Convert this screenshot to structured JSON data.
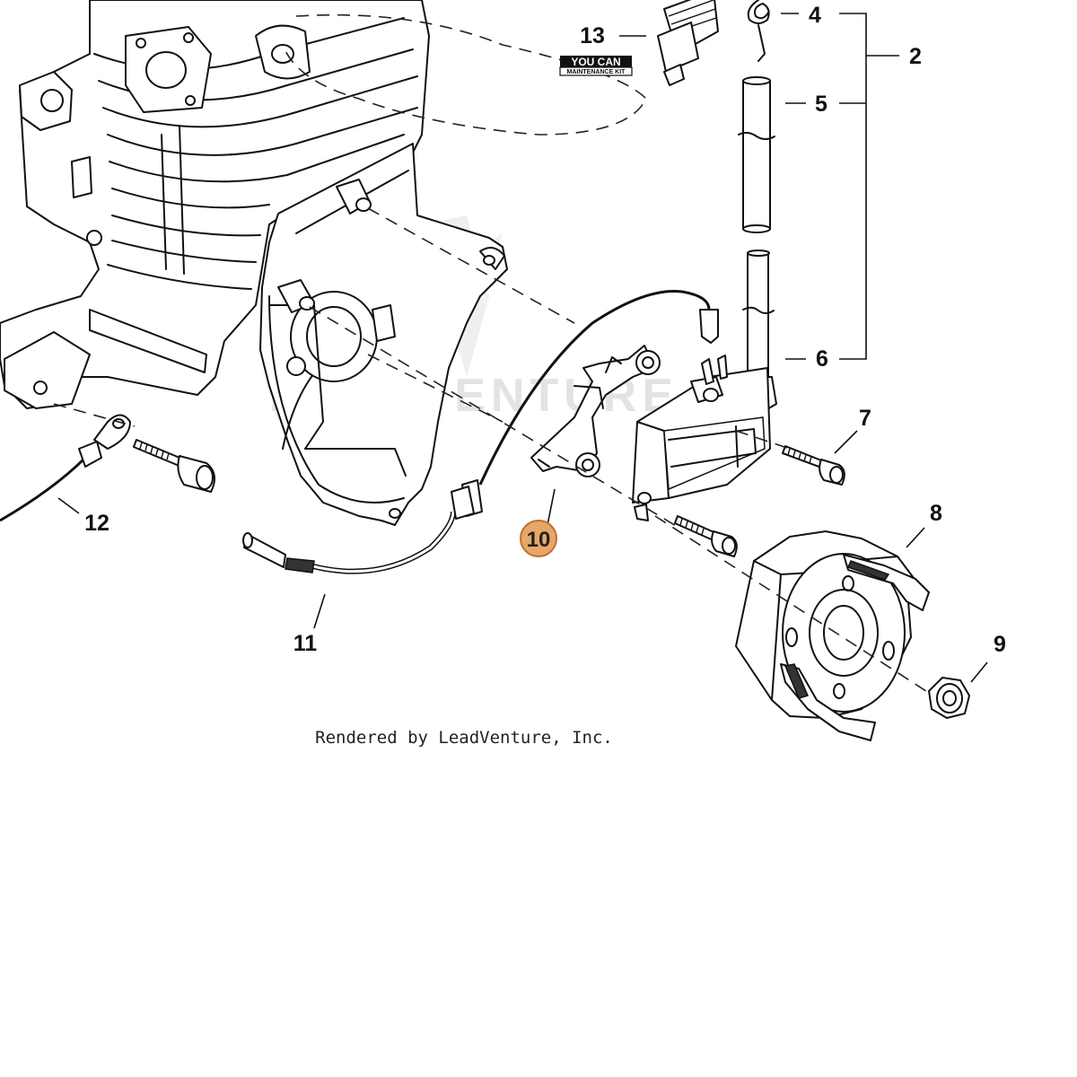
{
  "parts": [
    {
      "id": "p2",
      "number": "2"
    },
    {
      "id": "p4",
      "number": "4"
    },
    {
      "id": "p5",
      "number": "5"
    },
    {
      "id": "p6",
      "number": "6"
    },
    {
      "id": "p7",
      "number": "7"
    },
    {
      "id": "p8",
      "number": "8"
    },
    {
      "id": "p9",
      "number": "9"
    },
    {
      "id": "p10",
      "number": "10"
    },
    {
      "id": "p11",
      "number": "11"
    },
    {
      "id": "p12",
      "number": "12"
    },
    {
      "id": "p13",
      "number": "13"
    }
  ],
  "highlighted_part": "10",
  "highlight_color": "#e8a76a",
  "highlight_border_color": "#c0712f",
  "kit_badge": {
    "line1": "YOU CAN",
    "line2": "MAINTENANCE KIT"
  },
  "watermark": "LEADVENTURE",
  "footer": "Rendered by LeadVenture, Inc."
}
